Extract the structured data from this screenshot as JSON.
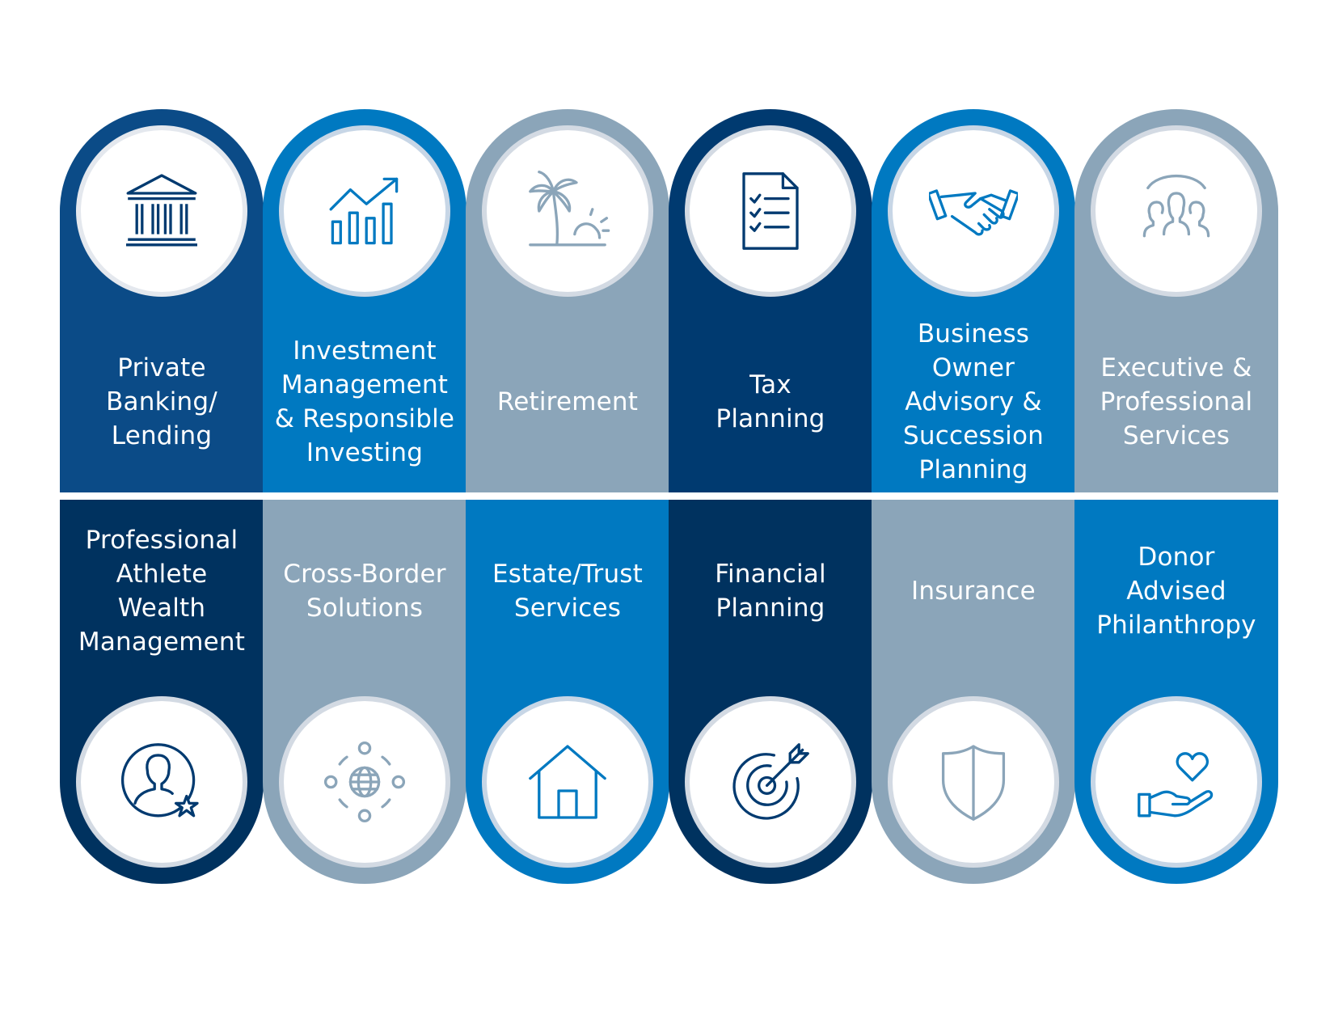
{
  "colors": {
    "navy": "#003a70",
    "mid_blue": "#005b9e",
    "bright_blue": "#0079c1",
    "gray_blue": "#8ba5b9",
    "dark_navy": "#002f5c",
    "icon_stroke_blue": "#0079c1",
    "icon_stroke_gray": "#8ba5b9",
    "icon_stroke_navy": "#003a70"
  },
  "services_top": [
    {
      "label": "Private\nBanking/\nLending",
      "icon": "bank-building-icon"
    },
    {
      "label": "Investment\nManagement\n& Responsible\nInvesting",
      "icon": "growth-chart-icon"
    },
    {
      "label": "Retirement",
      "icon": "palm-tree-sunset-icon"
    },
    {
      "label": "Tax\nPlanning",
      "icon": "checklist-document-icon"
    },
    {
      "label": "Business Owner\nAdvisory &\nSuccession\nPlanning",
      "icon": "handshake-icon"
    },
    {
      "label": "Executive &\nProfessional\nServices",
      "icon": "people-group-icon"
    }
  ],
  "services_bottom": [
    {
      "label": "Professional\nAthlete\nWealth\nManagement",
      "icon": "person-star-icon"
    },
    {
      "label": "Cross-Border\nSolutions",
      "icon": "globe-network-icon"
    },
    {
      "label": "Estate/Trust\nServices",
      "icon": "house-icon"
    },
    {
      "label": "Financial\nPlanning",
      "icon": "target-arrow-icon"
    },
    {
      "label": "Insurance",
      "icon": "shield-icon"
    },
    {
      "label": "Donor\nAdvised\nPhilanthropy",
      "icon": "hand-heart-icon"
    }
  ]
}
